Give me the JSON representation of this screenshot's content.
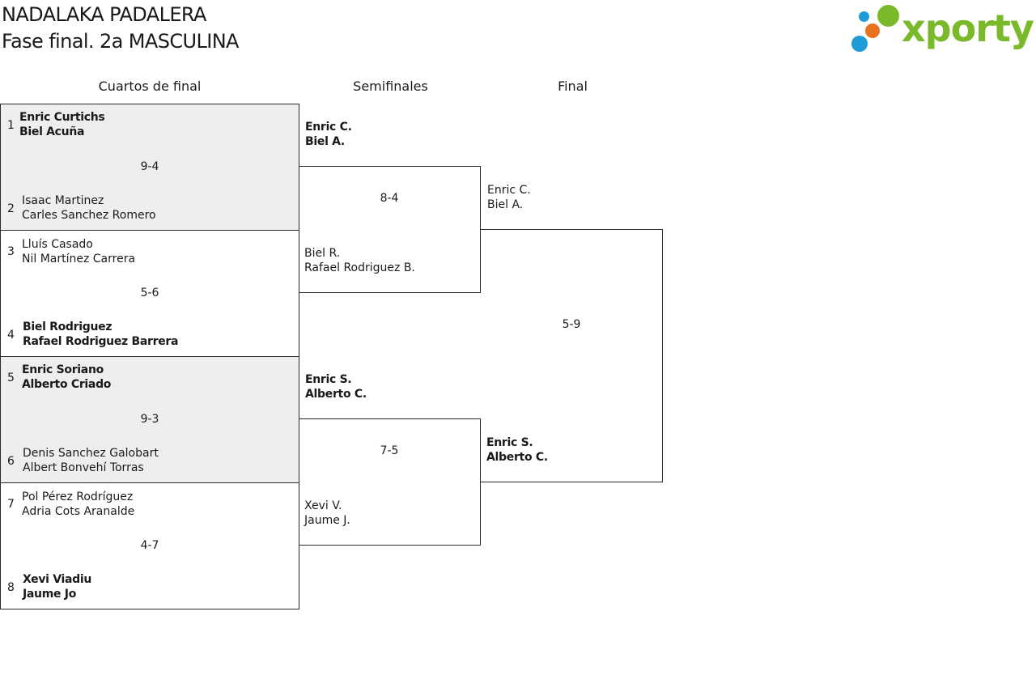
{
  "header": {
    "title": "NADALAKA PADALERA",
    "subtitle": "Fase final. 2a MASCULINA",
    "logo_text": "xporty",
    "logo_colors": [
      "#7ab929",
      "#1f9bd7",
      "#e7731e"
    ]
  },
  "rounds": {
    "quarters": "Cuartos de final",
    "semis": "Semifinales",
    "final": "Final"
  },
  "quarterfinals": [
    {
      "score": "9-4",
      "top": {
        "seed": "1",
        "p1": "Enric Curtichs",
        "p2": "Biel Acuña",
        "winner": true
      },
      "bottom": {
        "seed": "2",
        "p1": "Isaac Martinez",
        "p2": "Carles Sanchez Romero",
        "winner": false
      }
    },
    {
      "score": "5-6",
      "top": {
        "seed": "3",
        "p1": "Lluís Casado",
        "p2": "Nil Martínez Carrera",
        "winner": false
      },
      "bottom": {
        "seed": "4",
        "p1": "Biel Rodriguez",
        "p2": "Rafael Rodriguez Barrera",
        "winner": true
      }
    },
    {
      "score": "9-3",
      "top": {
        "seed": "5",
        "p1": "Enric Soriano",
        "p2": "Alberto Criado",
        "winner": true
      },
      "bottom": {
        "seed": "6",
        "p1": "Denis Sanchez Galobart",
        "p2": "Albert Bonvehí Torras",
        "winner": false
      }
    },
    {
      "score": "4-7",
      "top": {
        "seed": "7",
        "p1": "Pol Pérez Rodríguez",
        "p2": "Adria Cots Aranalde",
        "winner": false
      },
      "bottom": {
        "seed": "8",
        "p1": "Xevi Viadiu",
        "p2": "Jaume Jo",
        "winner": true
      }
    }
  ],
  "semifinals": [
    {
      "score": "8-4",
      "top": {
        "p1": "Enric C.",
        "p2": "Biel A.",
        "winner": true
      },
      "bottom": {
        "p1": "Biel R.",
        "p2": "Rafael Rodriguez B.",
        "winner": false
      }
    },
    {
      "score": "7-5",
      "top": {
        "p1": "Enric S.",
        "p2": "Alberto C.",
        "winner": true
      },
      "bottom": {
        "p1": "Xevi V.",
        "p2": "Jaume J.",
        "winner": false
      }
    }
  ],
  "final": {
    "score": "5-9",
    "top": {
      "p1": "Enric C.",
      "p2": "Biel A.",
      "winner": false
    },
    "bottom": {
      "p1": "Enric S.",
      "p2": "Alberto C.",
      "winner": true
    }
  }
}
